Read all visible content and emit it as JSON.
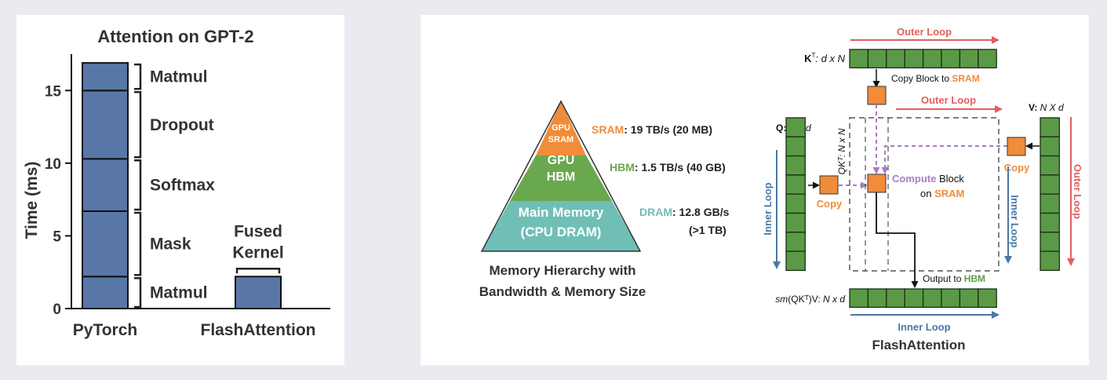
{
  "chart_data": {
    "type": "bar",
    "title": "Attention on GPT-2",
    "ylabel": "Time (ms)",
    "xlabel": "",
    "ylim": [
      0,
      17.5
    ],
    "yticks": [
      0,
      5,
      10,
      15
    ],
    "categories": [
      "PyTorch",
      "FlashAttention"
    ],
    "stacks": [
      {
        "category": "PyTorch",
        "segments": [
          {
            "label": "Matmul",
            "from": 0,
            "to": 2.2
          },
          {
            "label": "Mask",
            "from": 2.2,
            "to": 6.7
          },
          {
            "label": "Softmax",
            "from": 6.7,
            "to": 10.3
          },
          {
            "label": "Dropout",
            "from": 10.3,
            "to": 15.0
          },
          {
            "label": "Matmul",
            "from": 15.0,
            "to": 16.9
          }
        ]
      },
      {
        "category": "FlashAttention",
        "segments": [
          {
            "label": "Fused Kernel",
            "from": 0,
            "to": 2.2
          }
        ]
      }
    ],
    "colors": {
      "bar": "#5877a7",
      "outline": "#111111"
    }
  },
  "memory": {
    "levels": [
      {
        "name_lines": [
          "GPU",
          "SRAM"
        ],
        "tier": "SRAM",
        "spec": ": 19 TB/s (20 MB)",
        "spec2": "",
        "color": "#f08c3a"
      },
      {
        "name_lines": [
          "GPU",
          "HBM"
        ],
        "tier": "HBM",
        "spec": ": 1.5 TB/s (40 GB)",
        "spec2": "",
        "color": "#6aa84f"
      },
      {
        "name_lines": [
          "Main Memory",
          "(CPU DRAM)"
        ],
        "tier": "DRAM",
        "spec": ": 12.8 GB/s",
        "spec2": "(>1 TB)",
        "color": "#6fbfb7"
      }
    ],
    "caption_lines": [
      "Memory Hierarchy with",
      "Bandwidth & Memory Size"
    ]
  },
  "flash": {
    "outer_loop_label": "Outer Loop",
    "inner_loop_label": "Inner Loop",
    "k_label_prefix": "K",
    "k_label_sup": "T",
    "k_label_dims": ": d x N",
    "q_label_prefix": "Q: ",
    "q_label_dims": "N x d",
    "v_label_prefix": "V: ",
    "v_label_dims": "N X d",
    "qk_label": "QKᵀ: N x N",
    "out_label_prefix": "sm",
    "out_label_mid": "(QKᵀ)V: ",
    "out_label_dims": "N x d",
    "copy_block_text": "Copy Block to ",
    "sram_word": "SRAM",
    "compute_word": "Compute",
    "block_word": " Block",
    "on_word": "on ",
    "copy_label": "Copy",
    "output_text": "Output to ",
    "hbm_word": "HBM",
    "caption": "FlashAttention",
    "colors": {
      "block_green": "#5a9a46",
      "block_orange": "#f08c3a",
      "outer_red": "#e0605c",
      "inner_blue": "#4a78a6",
      "purple": "#a77cc1",
      "hbm_green": "#5aa046"
    }
  }
}
